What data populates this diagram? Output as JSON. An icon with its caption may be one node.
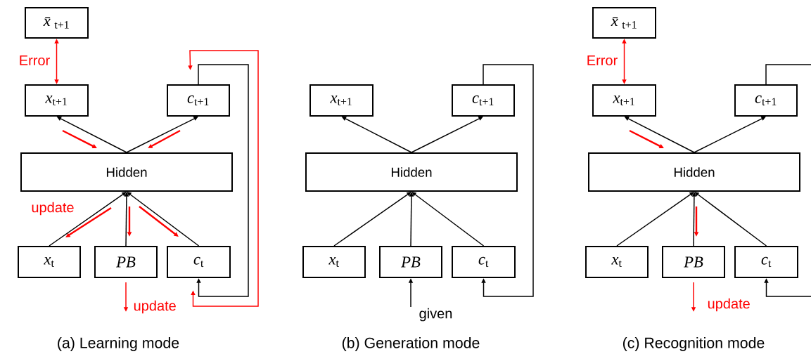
{
  "diagram": {
    "nodes": [
      {
        "text": [
          "*x̄*$_{t+1}$"
        ]
      },
      {
        "text": [
          "*x*$_{t+1}$"
        ]
      },
      {
        "text": [
          "*c*$_{t+1}$"
        ]
      },
      {
        "text": [
          "Hidden"
        ]
      },
      {
        "text": [
          "*x*$_{t}$"
        ]
      },
      {
        "text": [
          "*PB*"
        ]
      },
      {
        "text": [
          "*c*$_{t}$"
        ]
      },
      {
        "text": [
          "*x*$_{t+1}$"
        ]
      },
      {
        "text": [
          "*c*$_{t+1}$"
        ]
      },
      {
        "text": [
          "Hidden"
        ]
      },
      {
        "text": [
          "*x*$_{t}$"
        ]
      },
      {
        "text": [
          "*PB*"
        ]
      },
      {
        "text": [
          "*c*$_{t}$"
        ]
      },
      {
        "text": [
          "given"
        ]
      },
      {
        "text": [
          "*x̄*$_{t+1}$"
        ]
      },
      {
        "text": [
          "*x*$_{t+1}$"
        ]
      },
      {
        "text": [
          "*c*$_{t+1}$"
        ]
      },
      {
        "text": [
          "Hidden"
        ]
      },
      {
        "text": [
          "*x*$_{t}$"
        ]
      },
      {
        "text": [
          "*PB*"
        ]
      },
      {
        "text": [
          "*c*$_{t}$"
        ]
      }
    ],
    "edges": [
      {
        "from": 0,
        "to": 1,
        "arrow": "both",
        "label": "Error",
        "color": "#ff0000"
      },
      {
        "from": 3,
        "to": 1,
        "arrow": "to"
      },
      {
        "from": 3,
        "to": 2,
        "arrow": "to"
      },
      {
        "from": 4,
        "to": 3,
        "arrow": "to"
      },
      {
        "from": 5,
        "to": 3,
        "arrow": "to"
      },
      {
        "from": 6,
        "to": 3,
        "arrow": "to"
      },
      {
        "from": 2,
        "to": 6,
        "arrow": "to"
      },
      {
        "from": 6,
        "to": 2,
        "arrow": "both",
        "color": "#ff0000"
      },
      {
        "from": 5,
        "to": null,
        "arrow": "to",
        "label": "update",
        "color": "#ff0000"
      },
      {
        "from": 9,
        "to": 7,
        "arrow": "to"
      },
      {
        "from": 9,
        "to": 8,
        "arrow": "to"
      },
      {
        "from": 10,
        "to": 9,
        "arrow": "to"
      },
      {
        "from": 11,
        "to": 9,
        "arrow": "to"
      },
      {
        "from": 12,
        "to": 9,
        "arrow": "to"
      },
      {
        "from": 8,
        "to": 12,
        "arrow": "to"
      },
      {
        "from": 13,
        "to": 11,
        "arrow": "to"
      },
      {
        "from": 14,
        "to": 15,
        "arrow": "both",
        "label": "Error",
        "color": "#ff0000"
      },
      {
        "from": 17,
        "to": 15,
        "arrow": "to"
      },
      {
        "from": 17,
        "to": 16,
        "arrow": "to"
      },
      {
        "from": 18,
        "to": 17,
        "arrow": "to"
      },
      {
        "from": 19,
        "to": 17,
        "arrow": "to"
      },
      {
        "from": 20,
        "to": 17,
        "arrow": "to"
      },
      {
        "from": 16,
        "to": 20,
        "arrow": "to"
      },
      {
        "from": 19,
        "to": null,
        "arrow": "to",
        "label": "update",
        "color": "#ff0000"
      }
    ],
    "labels": [
      "update",
      "(a) Learning mode",
      "(b) Generation mode",
      "(c) Recognition mode"
    ]
  }
}
